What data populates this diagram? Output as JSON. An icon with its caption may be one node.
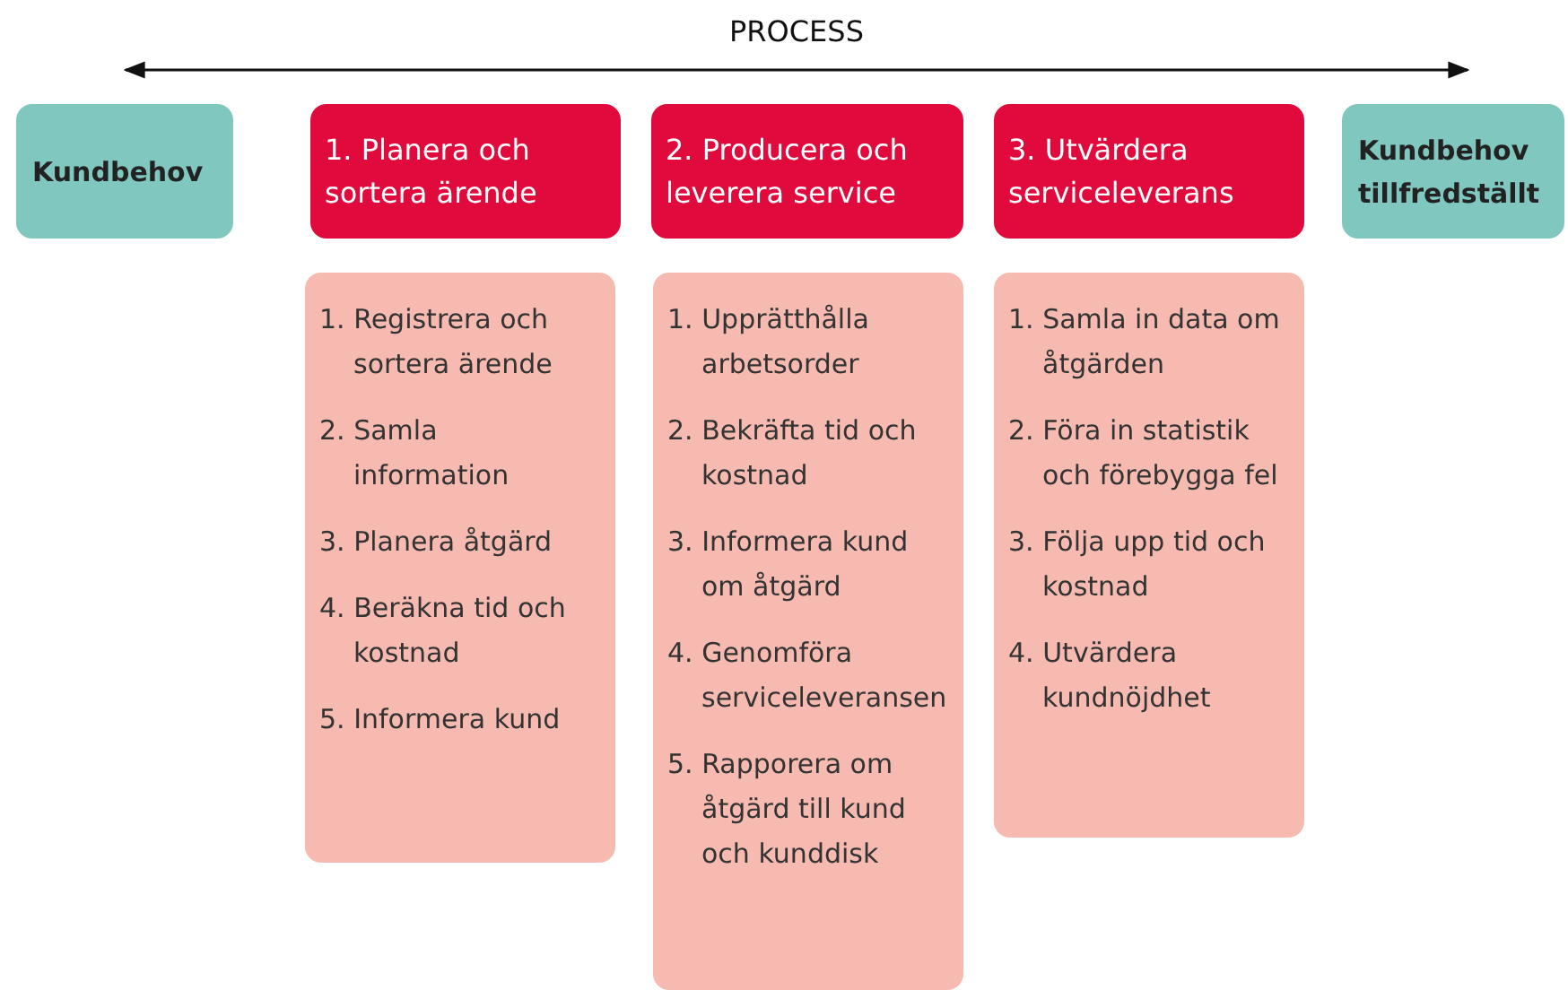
{
  "diagram": {
    "nodes": [
      {
        "text": [
          "Kundbehov"
        ]
      },
      {
        "text": [
          "1. Planera och sortera ärende"
        ]
      },
      {
        "text": [
          "2. Producera och leverera service"
        ]
      },
      {
        "text": [
          "3. Utvärdera serviceleverans"
        ]
      },
      {
        "text": [
          "Kundbehov tillfredställt"
        ]
      },
      {
        "text": [
          "1. Registrera och sortera ärende",
          "2. Samla information",
          "3. Planera åtgärd",
          "4. Beräkna tid och kostnad",
          "5. Informera kund"
        ]
      },
      {
        "text": [
          "1. Upprätthålla arbetsorder",
          "2. Bekräfta tid och kostnad",
          "3. Informera kund om åtgärd",
          "4. Genomföra serviceleveransen",
          "5. Rapporera om åtgärd till kund och kunddisk"
        ]
      },
      {
        "text": [
          "1. Samla in data om åtgärden",
          "2. Föra in statistik och förebygga fel",
          "3. Följa upp tid och kostnad",
          "4. Utvärdera kundnöjdhet"
        ]
      }
    ],
    "edges": [
      {
        "from": 0,
        "to": 4,
        "arrow": "both",
        "label": "PROCESS"
      }
    ]
  }
}
